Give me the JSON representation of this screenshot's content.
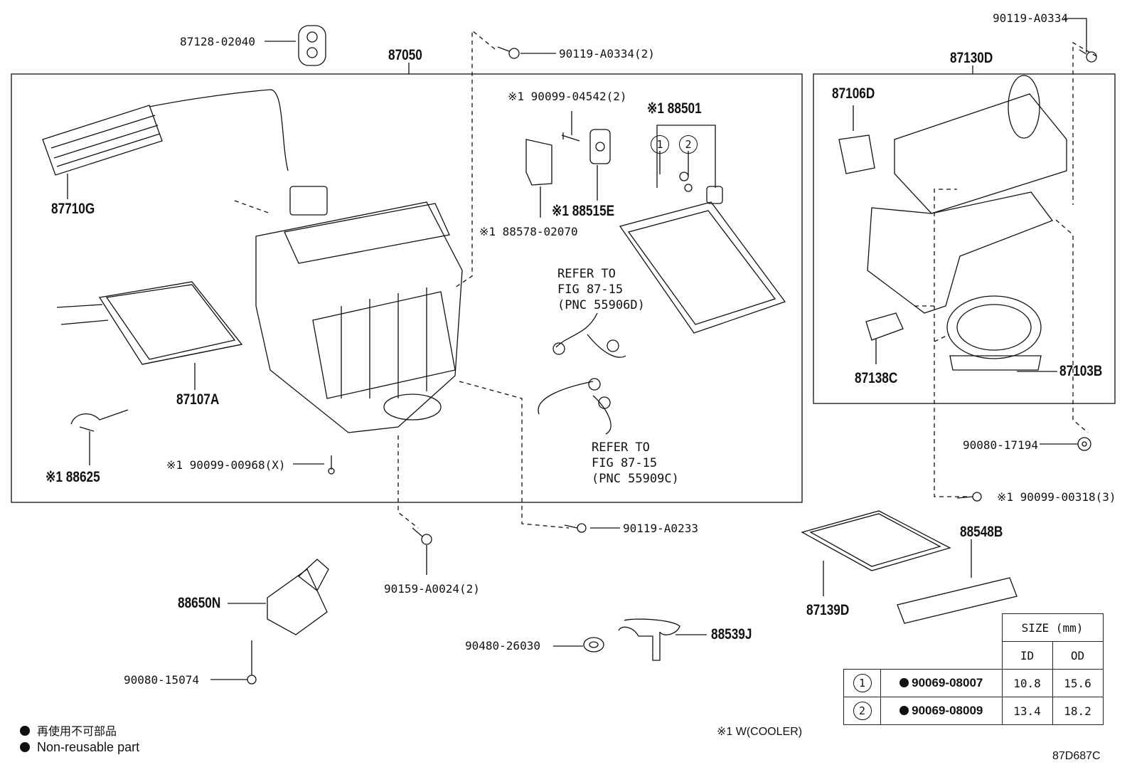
{
  "labels": {
    "p87128": "87128-02040",
    "p87050": "87050",
    "p90119a": "90119-A0334(2)",
    "p90119top": "90119-A0334",
    "p87130D": "87130D",
    "p90099_04542": "※1 90099-04542(2)",
    "p88501": "※1 88501",
    "p87106D": "87106D",
    "p87710G": "87710G",
    "p88515E": "※1 88515E",
    "p88578": "※1 88578-02070",
    "p87107A": "87107A",
    "p87138C": "87138C",
    "p87103B": "87103B",
    "p88625": "※1 88625",
    "p90099_00968": "※1 90099-00968(X)",
    "p90080_17194": "90080-17194",
    "p90099_00318": "※1 90099-00318(3)",
    "p90119_A0233": "90119-A0233",
    "p90159": "90159-A0024(2)",
    "p88548B": "88548B",
    "p87139D": "87139D",
    "p88650N": "88650N",
    "p90480": "90480-26030",
    "p88539J": "88539J",
    "p90080_15074": "90080-15074",
    "refer1": "REFER TO\nFIG 87-15\n(PNC 55906D)",
    "refer2": "REFER TO\nFIG 87-15\n(PNC 55909C)",
    "circle1": "1",
    "circle2": "2"
  },
  "legend": {
    "jp": "再使用不可部品",
    "en": "Non-reusable part",
    "cooler_note": "※1 W(COOLER)",
    "figure_id": "87D687C"
  },
  "size_table": {
    "title": "SIZE (mm)",
    "col_id": "ID",
    "col_od": "OD",
    "rows": [
      {
        "num": "1",
        "part": "90069-08007",
        "id": "10.8",
        "od": "15.6"
      },
      {
        "num": "2",
        "part": "90069-08009",
        "id": "13.4",
        "od": "18.2"
      }
    ]
  }
}
